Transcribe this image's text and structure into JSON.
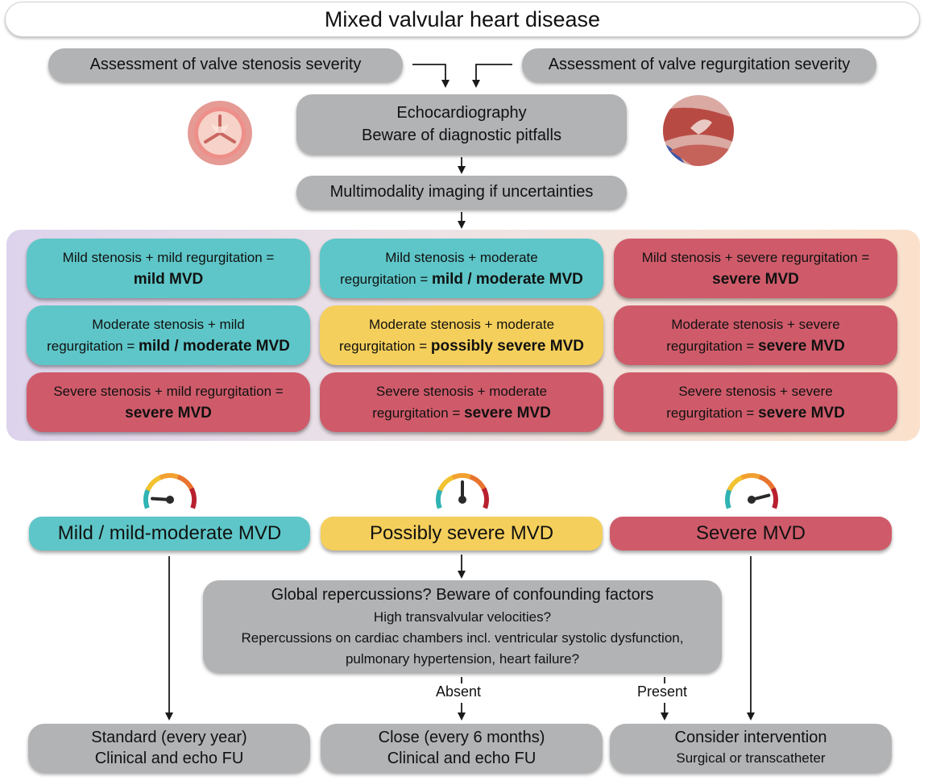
{
  "title": "Mixed valvular heart disease",
  "inputs": {
    "stenosis": "Assessment of valve stenosis severity",
    "regurgitation": "Assessment of valve regurgitation severity"
  },
  "echo": {
    "line1": "Echocardiography",
    "line2": "Beware of diagnostic pitfalls"
  },
  "multimodality": "Multimodality imaging if uncertainties",
  "matrix": {
    "r1c1": {
      "pre": "Mild stenosis + mild regurgitation =",
      "result": "mild MVD"
    },
    "r1c2": {
      "pre": "Mild stenosis + moderate",
      "pre2": "regurgitation =",
      "result": "mild / moderate MVD"
    },
    "r1c3": {
      "pre": "Mild stenosis + severe regurgitation =",
      "result": "severe MVD"
    },
    "r2c1": {
      "pre": "Moderate stenosis + mild",
      "pre2": "regurgitation =",
      "result": "mild / moderate MVD"
    },
    "r2c2": {
      "pre": "Moderate stenosis + moderate",
      "pre2": "regurgitation =",
      "result": "possibly severe MVD"
    },
    "r2c3": {
      "pre": "Moderate stenosis + severe",
      "pre2": "regurgitation =",
      "result": "severe MVD"
    },
    "r3c1": {
      "pre": "Severe stenosis + mild regurgitation =",
      "result": "severe MVD"
    },
    "r3c2": {
      "pre": "Severe stenosis + moderate",
      "pre2": "regurgitation =",
      "result": "severe MVD"
    },
    "r3c3": {
      "pre": "Severe stenosis + severe",
      "pre2": "regurgitation =",
      "result": "severe MVD"
    }
  },
  "categories": {
    "mild": "Mild / mild-moderate MVD",
    "possibly": "Possibly severe MVD",
    "severe": "Severe MVD"
  },
  "global": {
    "title": "Global repercussions? Beware of confounding factors",
    "line1": "High transvalvular velocities?",
    "line2": "Repercussions on cardiac chambers incl. ventricular systolic dysfunction,",
    "line3": "pulmonary hypertension, heart failure?"
  },
  "branch_labels": {
    "absent": "Absent",
    "present": "Present"
  },
  "outcomes": {
    "standard": {
      "line1": "Standard (every year)",
      "line2": "Clinical and echo FU"
    },
    "close": {
      "line1": "Close (every 6 months)",
      "line2": "Clinical and echo FU"
    },
    "intervention": {
      "line1": "Consider intervention",
      "line2": "Surgical or transcatheter"
    }
  },
  "colors": {
    "mild": "#5ec6c8",
    "possibly": "#f5cf5b",
    "severe": "#cf5b6a",
    "neutral": "#b2b3b5"
  },
  "gauges": {
    "mild": {
      "needle_fraction": 0.1
    },
    "possibly": {
      "needle_fraction": 0.5
    },
    "severe": {
      "needle_fraction": 0.85
    }
  },
  "icons": [
    "aortic-valve-icon",
    "regurgitation-valve-icon",
    "gauge-icon"
  ]
}
